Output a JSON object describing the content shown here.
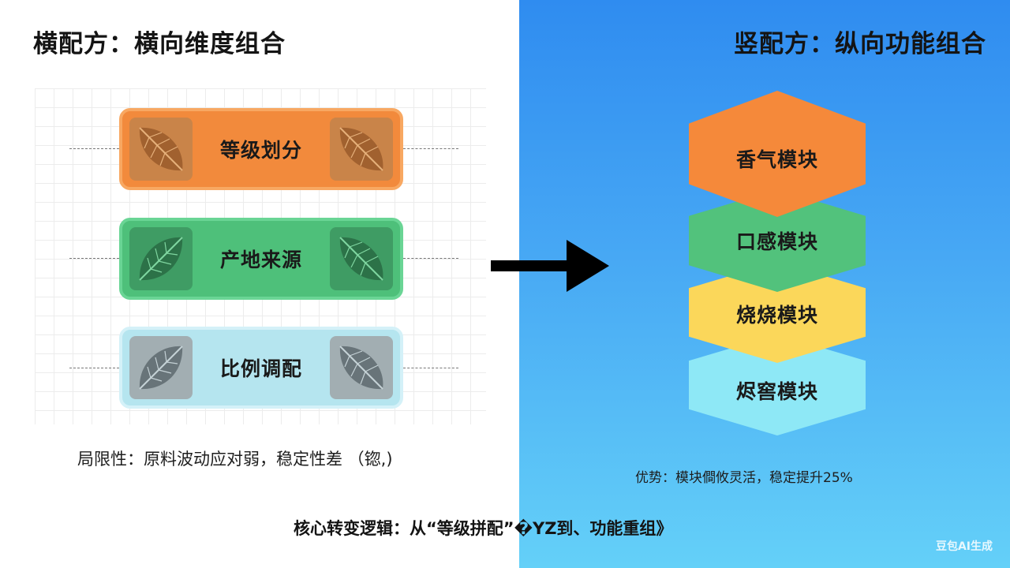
{
  "left": {
    "title": "横配方：横向维度组合",
    "bars": [
      {
        "label": "等级划分",
        "color": "#f28a3c"
      },
      {
        "label": "产地来源",
        "color": "#4ec07a"
      },
      {
        "label": "比例调配",
        "color": "#b5e5ef"
      }
    ],
    "caption": "局限性：原料波动应对弱，稳定性差 （锪,)"
  },
  "right": {
    "title": "竖配方：纵向功能组合",
    "modules": [
      {
        "label": "香气模块",
        "color": "#f5893a"
      },
      {
        "label": "口感模块",
        "color": "#52c27c"
      },
      {
        "label": "烧烧模块",
        "color": "#fbd75a"
      },
      {
        "label": "烬窖模块",
        "color": "#8ee8f6"
      }
    ],
    "caption": "优势：模块僴攸灵活，稳定提升25%"
  },
  "bottom_note": "核心转变逻辑：从“等级拼配”�YZ到、功能重组》",
  "watermark": "豆包AI生成",
  "icons": {
    "leaf": "leaf-icon",
    "arrow": "arrow-right-icon"
  }
}
